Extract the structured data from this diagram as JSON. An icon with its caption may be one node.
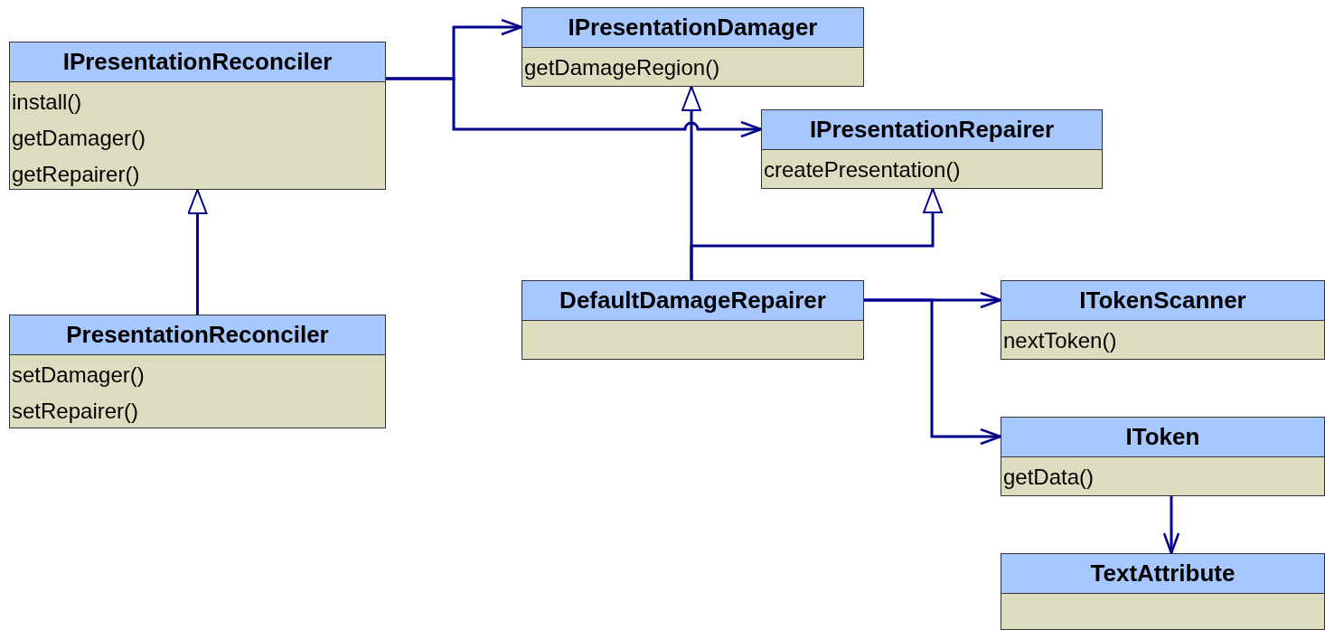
{
  "diagram": {
    "nodes": [
      {
        "text": [
          "IPresentationReconciler",
          "install()",
          "getDamager()",
          "getRepairer()"
        ]
      },
      {
        "text": [
          "PresentationReconciler",
          "setDamager()",
          "setRepairer()"
        ]
      },
      {
        "text": [
          "IPresentationDamager",
          "getDamageRegion()"
        ]
      },
      {
        "text": [
          "IPresentationRepairer",
          "createPresentation()"
        ]
      },
      {
        "text": [
          "DefaultDamageRepairer"
        ]
      },
      {
        "text": [
          "ITokenScanner",
          "nextToken()"
        ]
      },
      {
        "text": [
          "IToken",
          "getData()"
        ]
      },
      {
        "text": [
          "TextAttribute"
        ]
      }
    ],
    "edges": [
      {
        "from": 0,
        "to": 2,
        "arrow": "to"
      },
      {
        "from": 0,
        "to": 3,
        "arrow": "to"
      },
      {
        "from": 1,
        "to": 0,
        "arrow": "to"
      },
      {
        "from": 4,
        "to": 2,
        "arrow": "to"
      },
      {
        "from": 4,
        "to": 3,
        "arrow": "to"
      },
      {
        "from": 4,
        "to": 5,
        "arrow": "to"
      },
      {
        "from": 4,
        "to": 6,
        "arrow": "to"
      },
      {
        "from": 6,
        "to": 7,
        "arrow": "to"
      }
    ]
  }
}
